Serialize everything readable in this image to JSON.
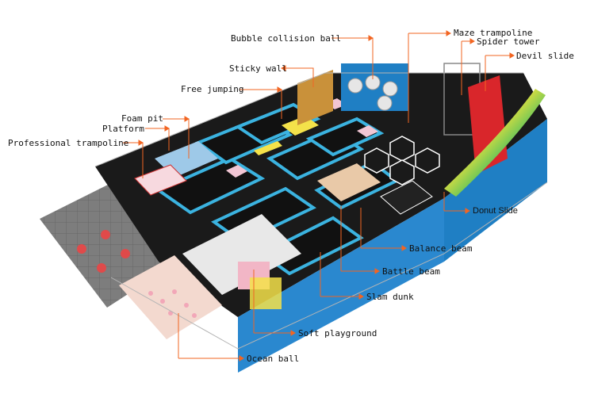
{
  "labels": {
    "bubble_collision_ball": "Bubble collision ball",
    "maze_trampoline": "Maze trampoline",
    "spider_tower": "Spider tower",
    "devil_slide": "Devil slide",
    "sticky_wall": "Sticky wall",
    "free_jumping": "Free jumping",
    "foam_pit": "Foam pit",
    "platform": "Platform",
    "professional_trampoline": "Professional trampoline",
    "donut_slide": "Donut Slide",
    "balance_beam": "Balance beam",
    "battle_beam": "Battle beam",
    "slam_dunk": "Slam dunk",
    "soft_playground": "Soft playground",
    "ocean_ball": "Ocean ball"
  },
  "colors": {
    "leader_line": "#f26522",
    "trampoline_blue": "#3bb3e0",
    "court_black": "#1a1a1a",
    "wall_blue": "#1f7fc4",
    "pink_mat": "#f2c6d4",
    "floor_grey": "#8a8a8a",
    "slide_red": "#d9262b",
    "yellow": "#f4e24a"
  }
}
